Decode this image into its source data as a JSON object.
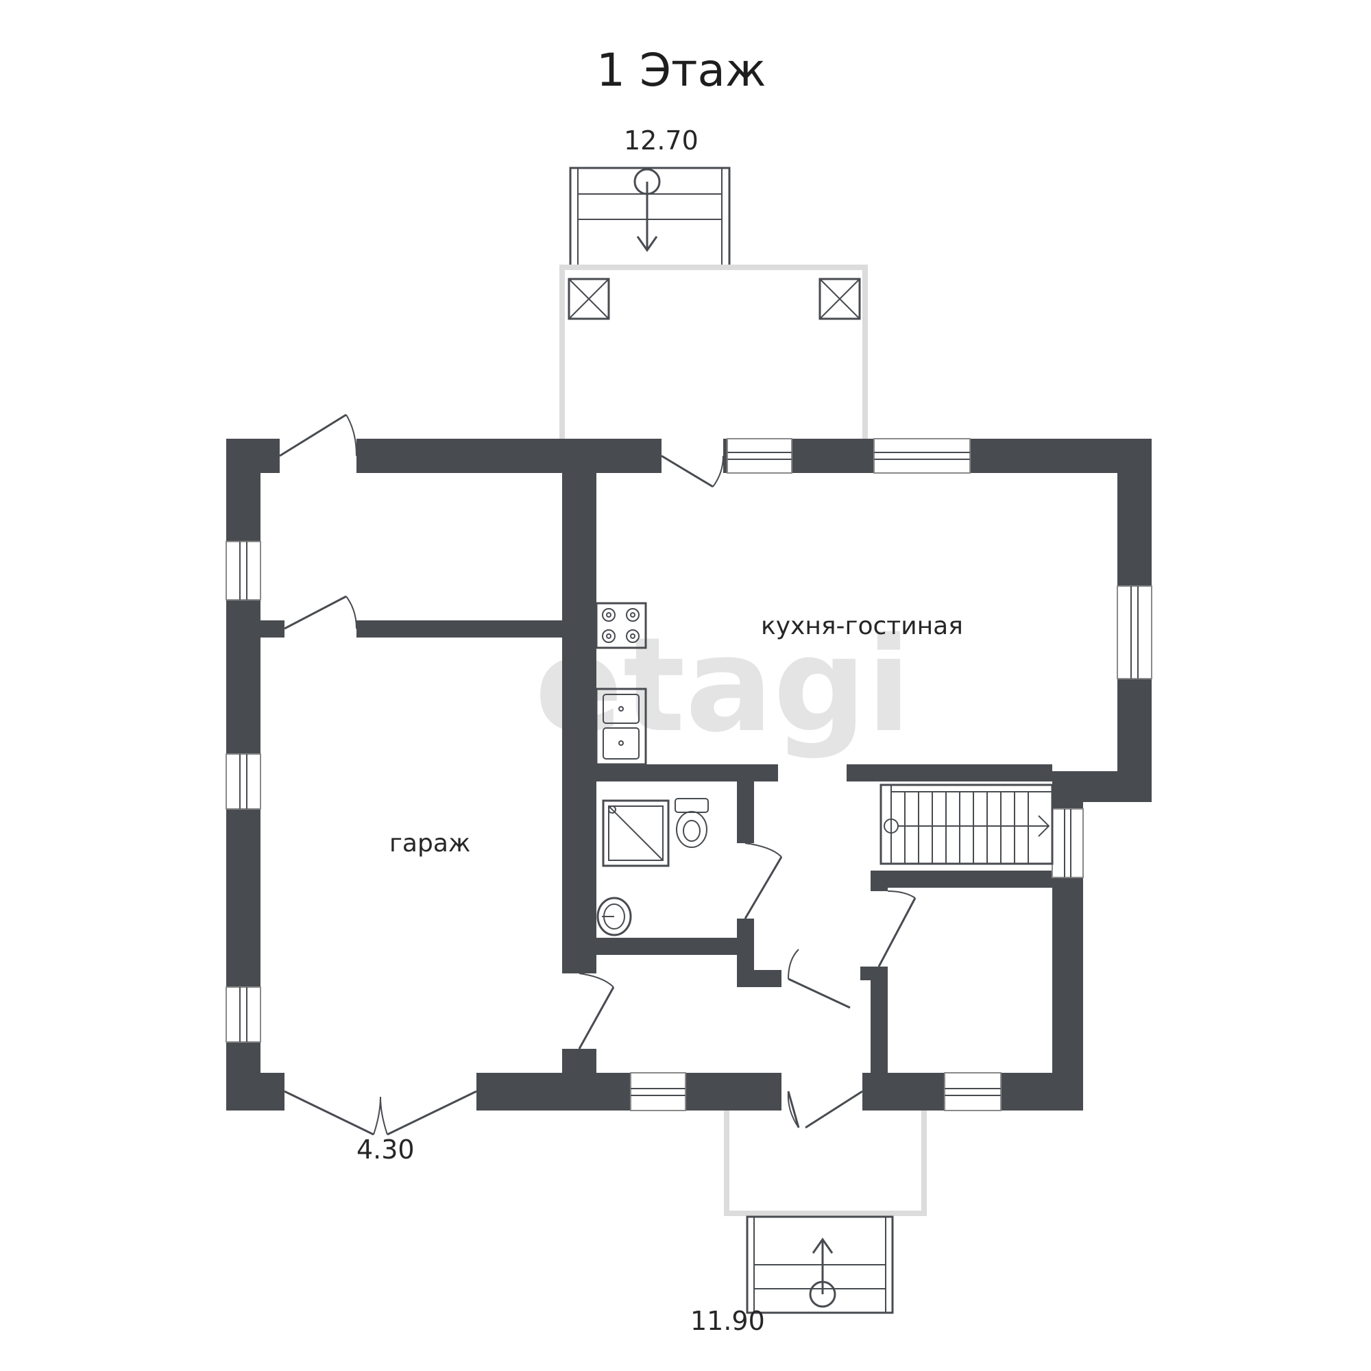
{
  "plan": {
    "title": "1 Этаж",
    "watermark": "etagi",
    "rooms": {
      "kitchen_living": "кухня-гостиная",
      "garage": "гараж"
    },
    "dimensions": {
      "top": "12.70",
      "bottom_left": "4.30",
      "bottom": "11.90"
    },
    "colors": {
      "wall": "#484b50",
      "porch_outline": "#dcdcdc",
      "watermark": "#e4e4e4"
    },
    "icons": [
      "stair-arrow-down-icon",
      "stair-arrow-up-icon",
      "stove-icon",
      "sink-icon",
      "shower-icon",
      "toilet-icon",
      "washbasin-icon",
      "staircase-icon"
    ]
  }
}
